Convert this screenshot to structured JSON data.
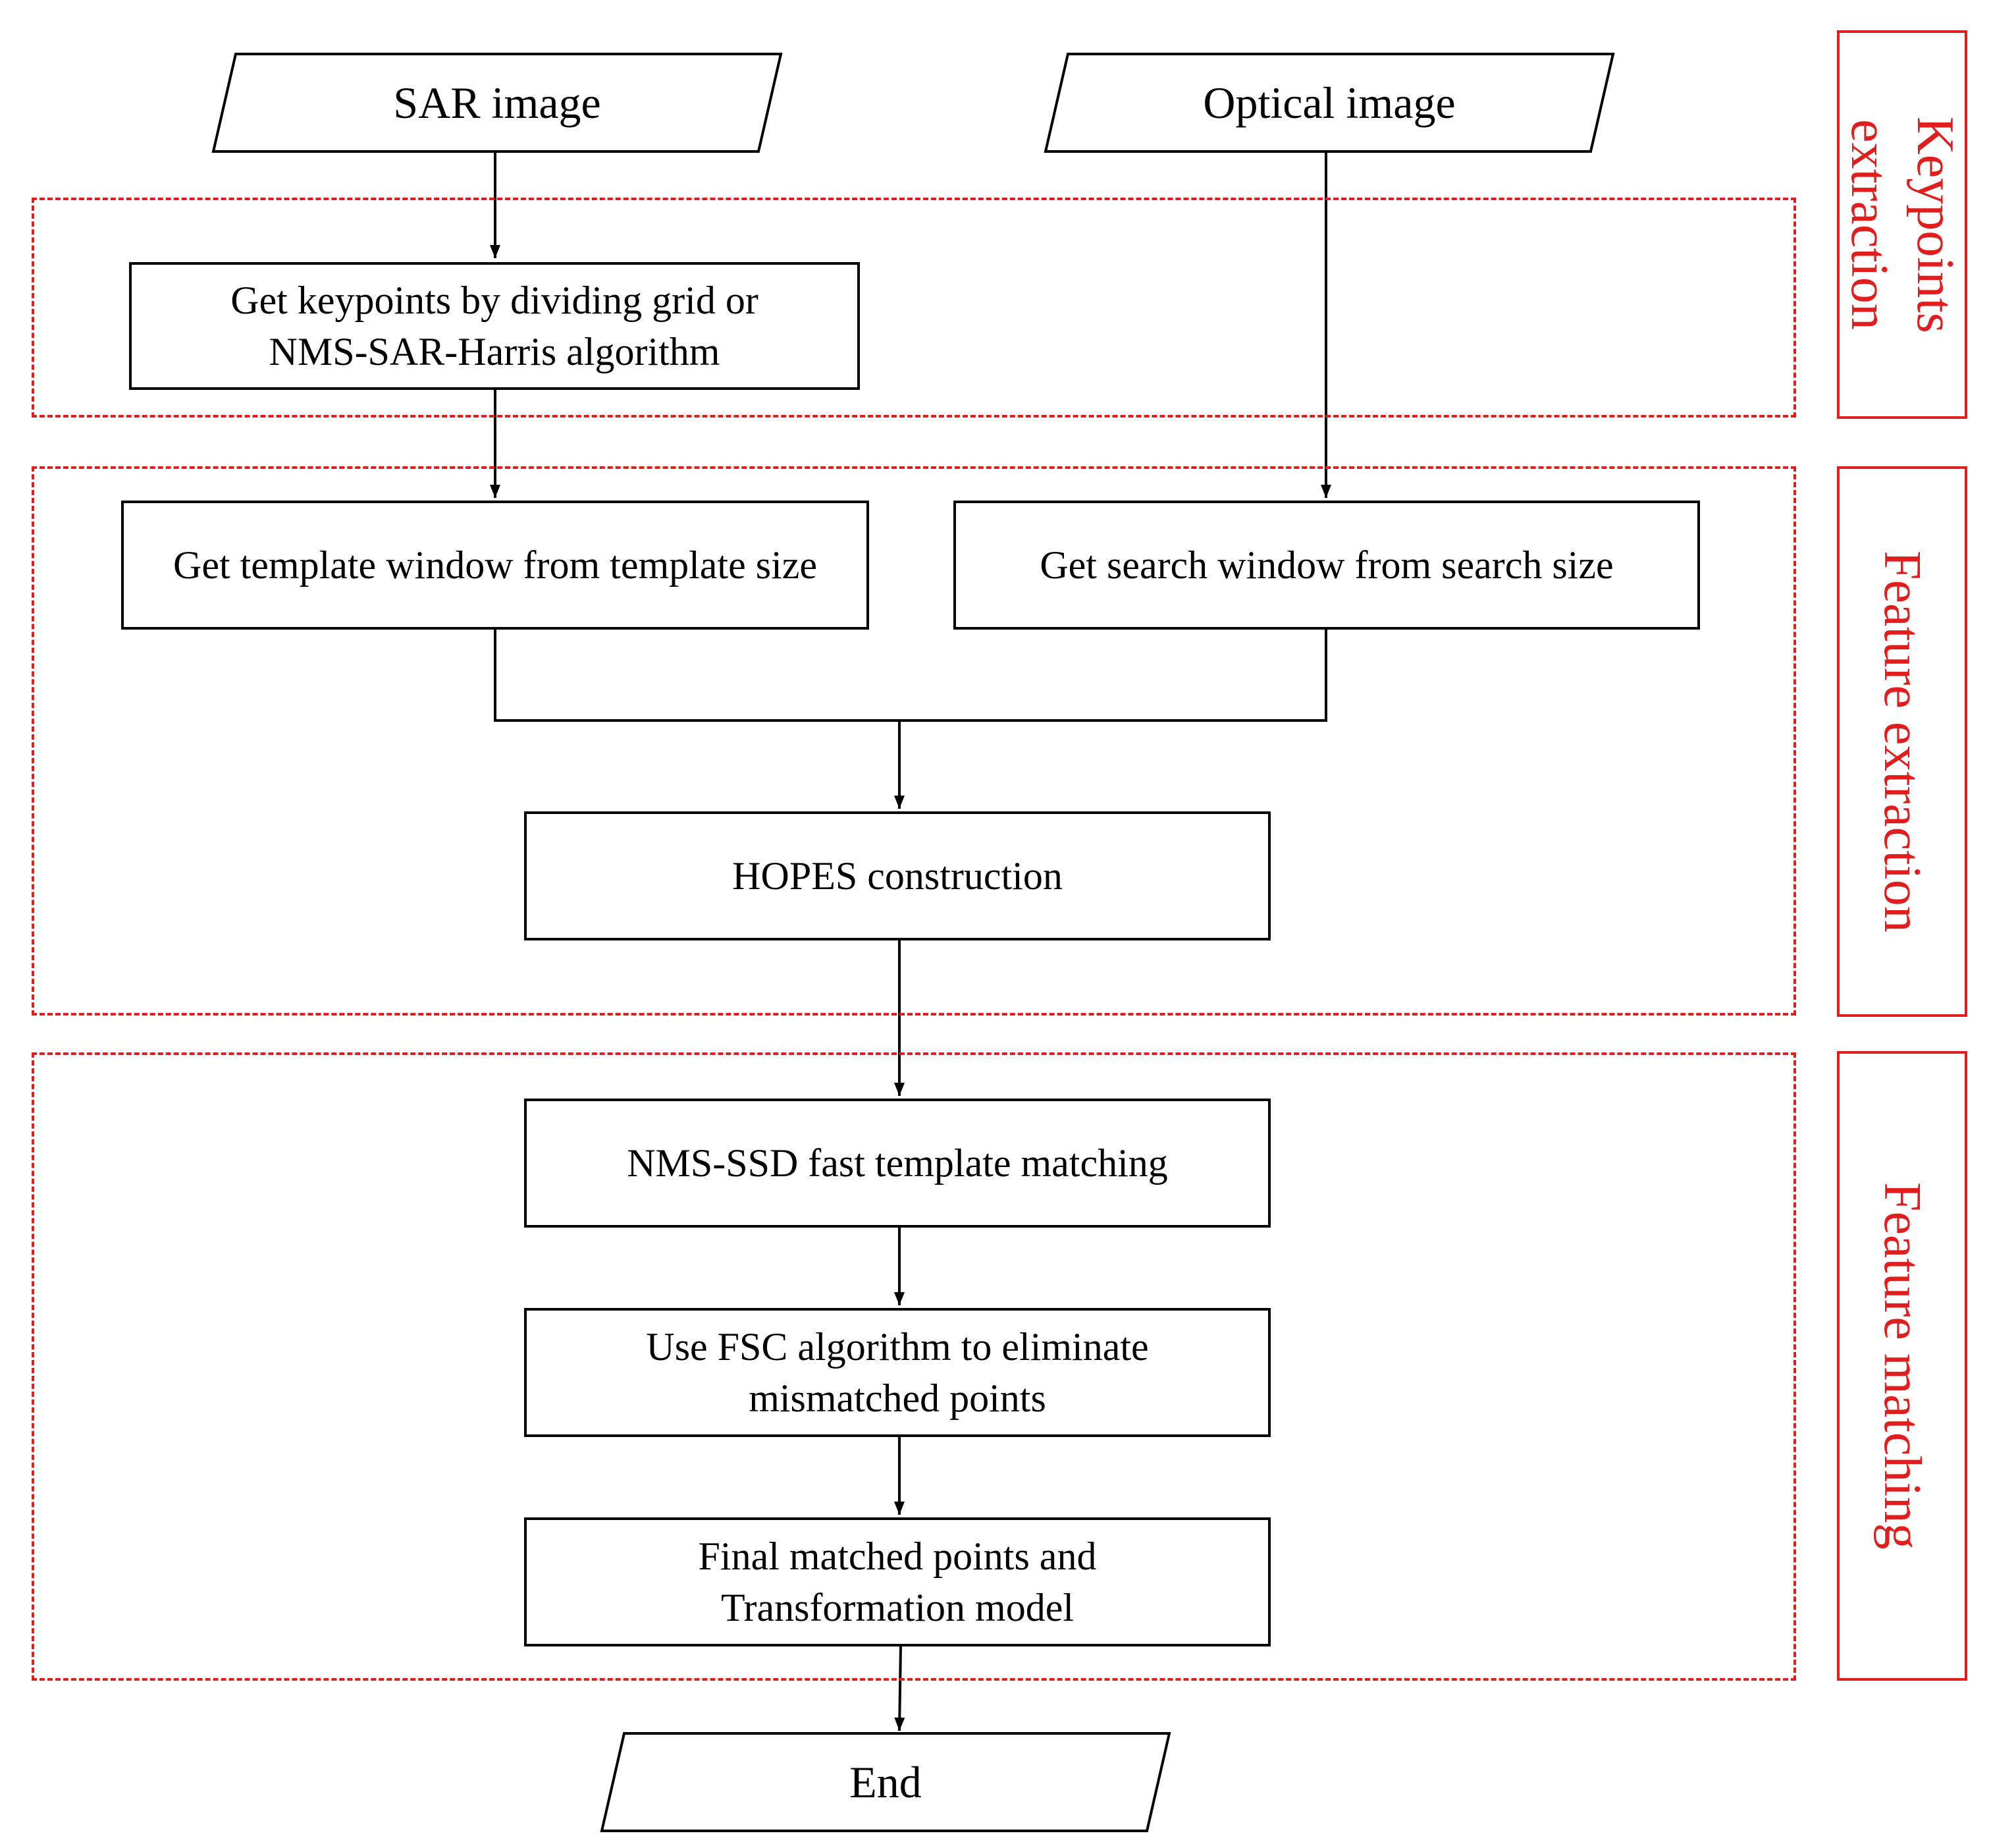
{
  "colors": {
    "stage_border": "#e01e1e",
    "stage_text": "#e01e1e",
    "box_border": "#000000",
    "text": "#000000"
  },
  "inputs": {
    "sar_image": "SAR image",
    "optical_image": "Optical image"
  },
  "steps": {
    "get_keypoints": "Get keypoints by dividing grid or\nNMS-SAR-Harris algorithm",
    "template_window": "Get template window from template size",
    "search_window": "Get search window from search size",
    "hopes": "HOPES construction",
    "nms_ssd": "NMS-SSD fast template matching",
    "fsc": "Use FSC algorithm to eliminate\nmismatched points",
    "final": "Final matched points and\nTransformation model"
  },
  "output": {
    "end": "End"
  },
  "stages": {
    "keypoints_extraction": "Keypoints\nextraction",
    "feature_extraction": "Feature extraction",
    "feature_matching": "Feature matching"
  }
}
